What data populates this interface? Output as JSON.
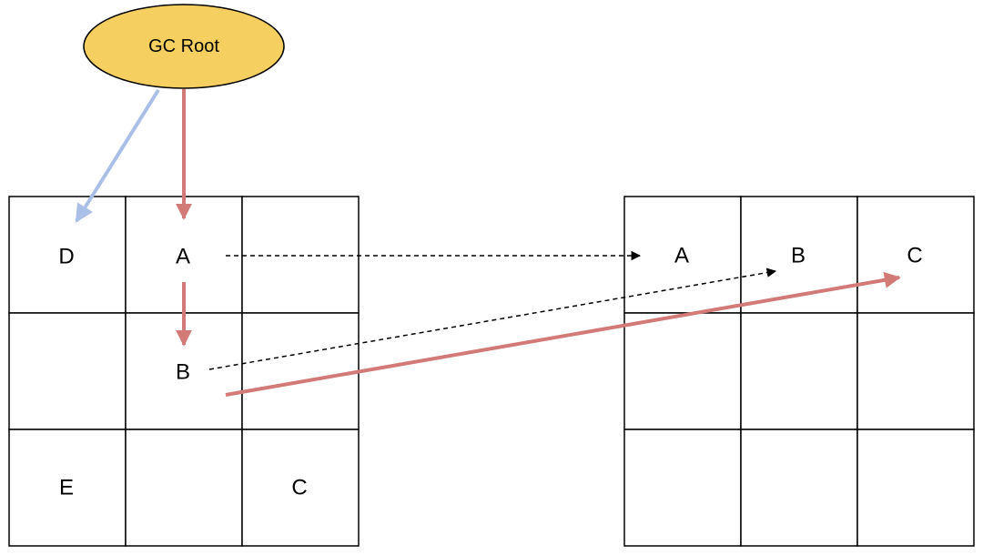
{
  "root": {
    "label": "GC Root",
    "fill": "#f5d061",
    "stroke": "#000000"
  },
  "left_grid": {
    "cells": [
      [
        "D",
        "A",
        ""
      ],
      [
        "",
        "B",
        ""
      ],
      [
        "E",
        "",
        "C"
      ]
    ]
  },
  "right_grid": {
    "cells": [
      [
        "A",
        "B",
        "C"
      ],
      [
        "",
        "",
        ""
      ],
      [
        "",
        "",
        ""
      ]
    ]
  },
  "colors": {
    "reachable_arrow": "#d27a77",
    "root_to_d_arrow": "#a9bfe6",
    "copy_arrow": "#000000"
  }
}
